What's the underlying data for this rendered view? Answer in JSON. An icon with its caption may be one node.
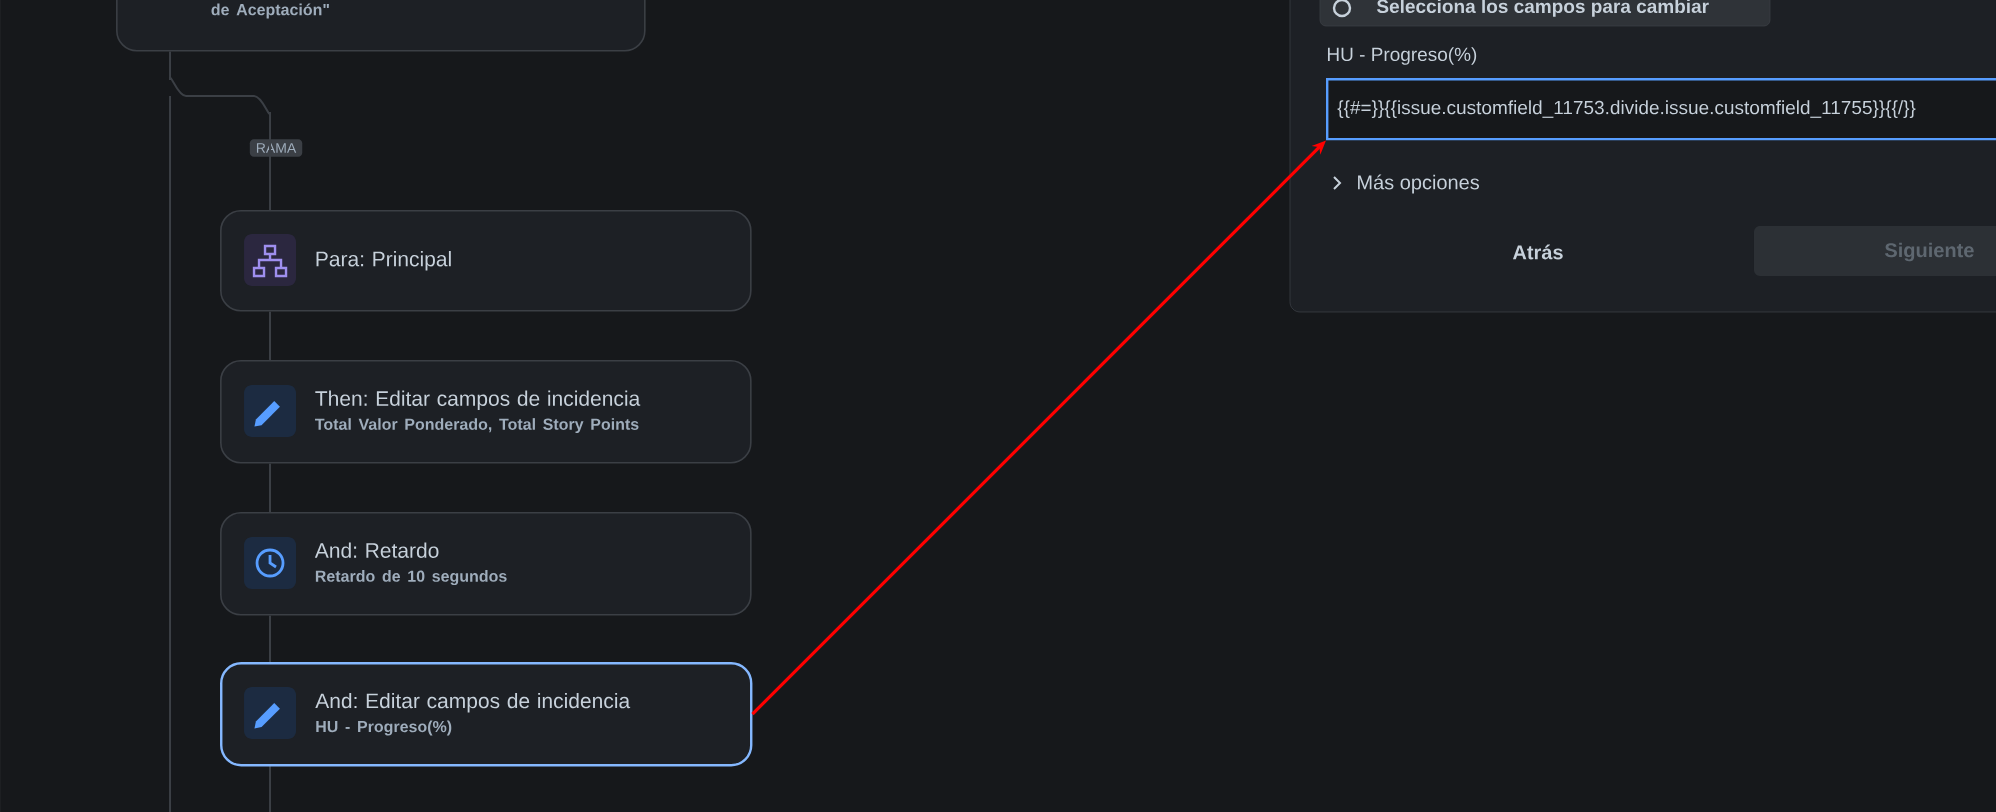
{
  "diagram": {
    "nodes": [
      {
        "text": [
          "de Aceptación\""
        ]
      },
      {
        "text": [
          "Para: Principal"
        ]
      },
      {
        "text": [
          "Then: Editar campos de incidencia",
          "Total Valor Ponderado, Total Story Points"
        ]
      },
      {
        "text": [
          "And: Retardo",
          "Retardo de 10 segundos"
        ]
      },
      {
        "text": [
          "And: Editar campos de incidencia",
          "HU - Progreso(%)"
        ]
      },
      {
        "text": [
          "HU - Progreso(%)",
          "{{#=}}{{issue.customfield_11753.divide.issue.customfield_11755}}{{/}}"
        ]
      }
    ],
    "edges": [
      {
        "from": 0,
        "to": 1,
        "arrow": "none"
      },
      {
        "from": 1,
        "to": 2,
        "arrow": "none"
      },
      {
        "from": 2,
        "to": 3,
        "arrow": "none"
      },
      {
        "from": 3,
        "to": 4,
        "arrow": "none"
      },
      {
        "from": 4,
        "to": 5,
        "arrow": "to",
        "color": "#ff0000"
      }
    ],
    "labels": [
      "Selecciona los campos para cambiar",
      "RAMA",
      "Más opciones",
      "Atrás",
      "Siguiente"
    ]
  }
}
